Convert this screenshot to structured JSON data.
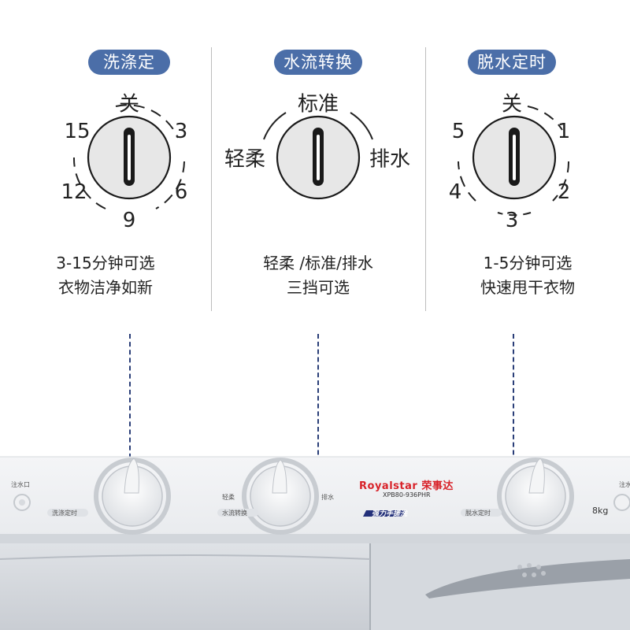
{
  "panels": [
    {
      "title": "洗涤定时",
      "labels": [
        "关",
        "3",
        "6",
        "9",
        "12",
        "15"
      ],
      "desc": [
        "3-15分钟可选",
        "衣物洁净如新"
      ]
    },
    {
      "title": "水流转换",
      "labels": [
        "标准",
        "轻柔",
        "排水"
      ],
      "desc": [
        "轻柔 /标准/排水",
        "三挡可选"
      ]
    },
    {
      "title": "脱水定时",
      "labels": [
        "关",
        "1",
        "2",
        "3",
        "4",
        "5"
      ],
      "desc": [
        "1-5分钟可选",
        "快速甩干衣物"
      ]
    }
  ],
  "machine": {
    "brand_en": "Royalstar",
    "brand_cn": "荣事达",
    "model": "XPB80-936PHR",
    "slogan": "强力手搓洗",
    "capacity": "8kg",
    "inlet_left": "注水口",
    "inlet_right": "注水",
    "knob_labels": [
      "洗涤定时",
      "水流转换",
      "脱水定时"
    ],
    "side_labels": [
      "轻柔",
      "排水"
    ]
  },
  "colors": {
    "pill": "#4b6ea8",
    "dashed_line": "#2a3e78",
    "brand_red": "#d8232a"
  }
}
